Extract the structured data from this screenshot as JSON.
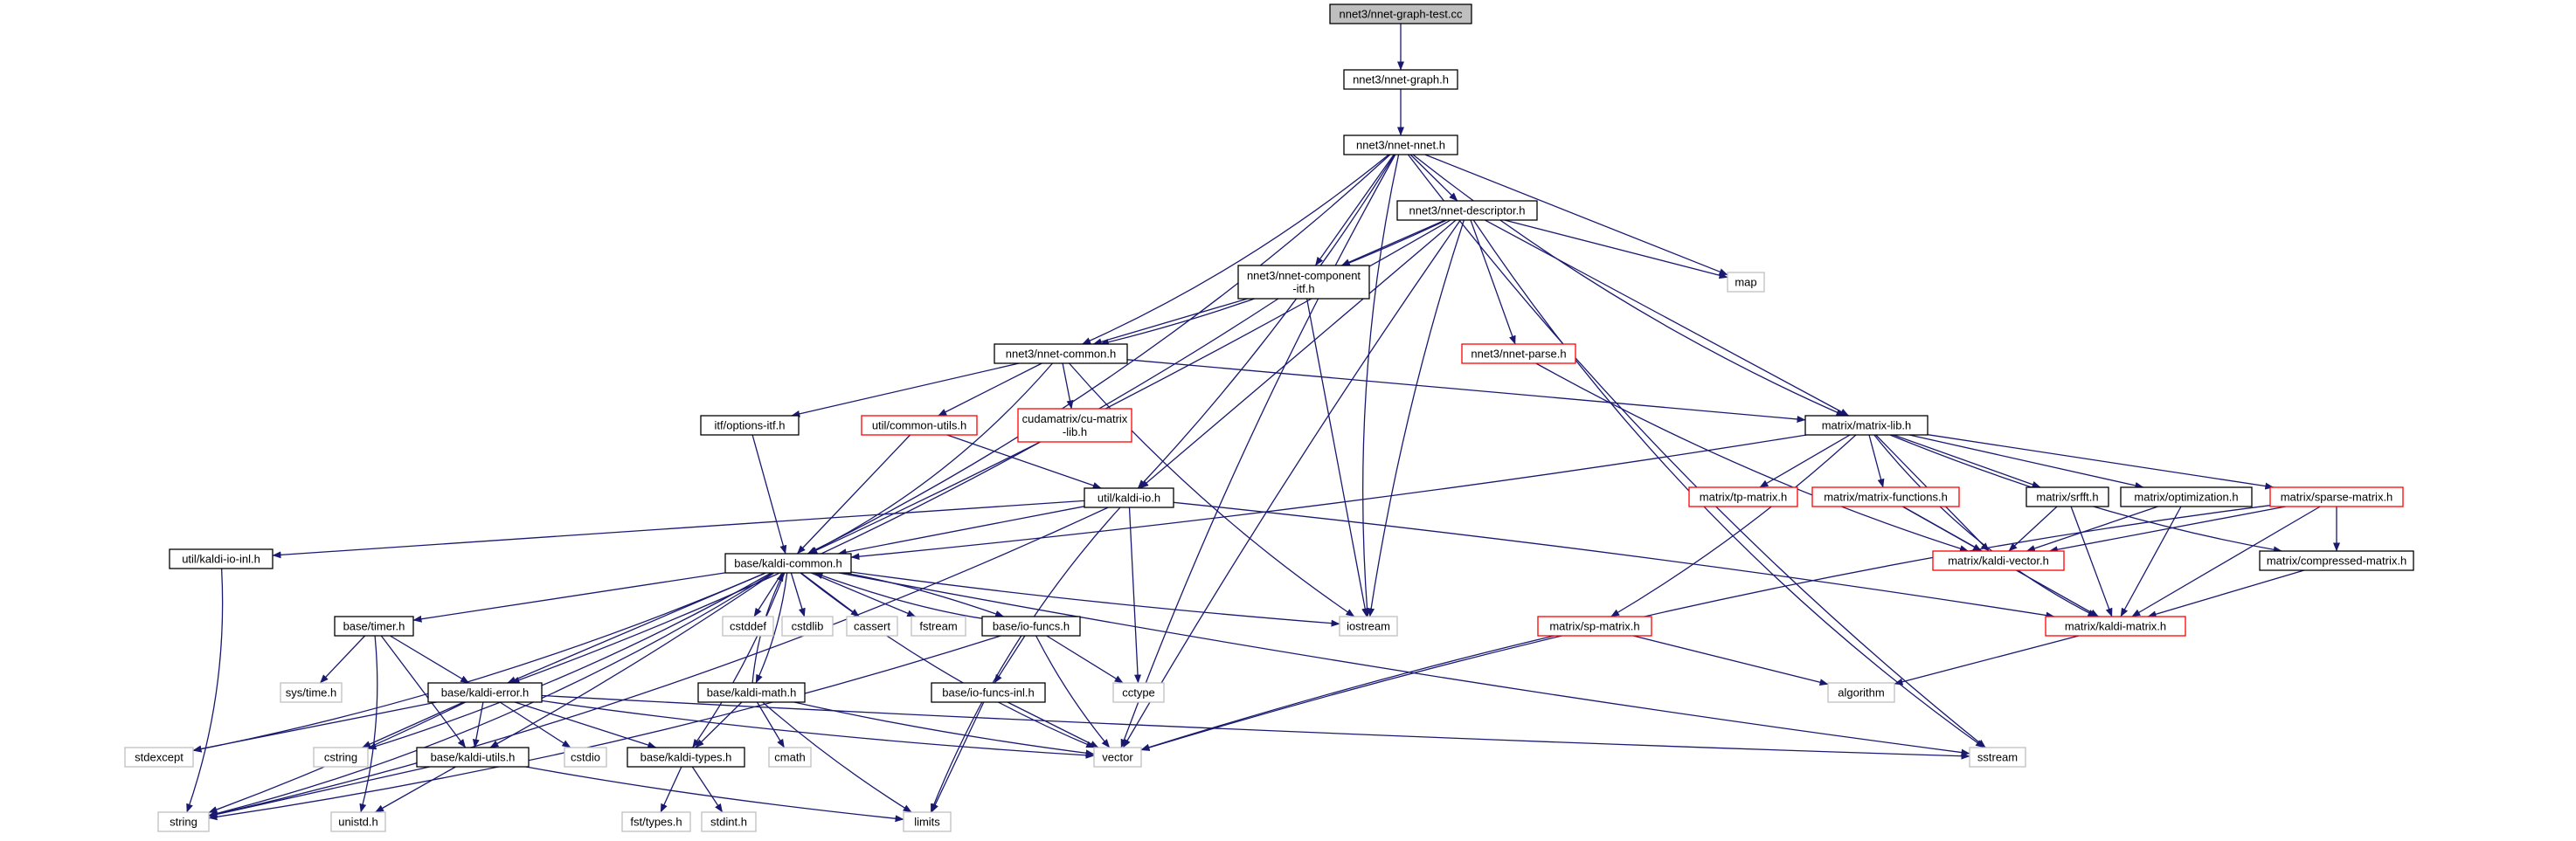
{
  "colors": {
    "root_fill": "#bfbfbf",
    "root_border": "#000000",
    "node_border": "#000000",
    "incomplete_border": "#ff0000",
    "system_border": "#bfbfbf",
    "edge": "#191970",
    "text": "#000000"
  },
  "nodes": [
    {
      "id": "root",
      "label": "nnet3/nnet-graph-test.cc",
      "kind": "root"
    },
    {
      "id": "nnet_graph",
      "label": "nnet3/nnet-graph.h",
      "kind": "header"
    },
    {
      "id": "nnet_nnet",
      "label": "nnet3/nnet-nnet.h",
      "kind": "header"
    },
    {
      "id": "nnet_descriptor",
      "label": "nnet3/nnet-descriptor.h",
      "kind": "header"
    },
    {
      "id": "map",
      "label": "map",
      "kind": "system"
    },
    {
      "id": "nnet_component_itf",
      "label": [
        "nnet3/nnet-component",
        "-itf.h"
      ],
      "kind": "header"
    },
    {
      "id": "nnet_common",
      "label": "nnet3/nnet-common.h",
      "kind": "header"
    },
    {
      "id": "nnet_parse",
      "label": "nnet3/nnet-parse.h",
      "kind": "incomplete"
    },
    {
      "id": "options_itf",
      "label": "itf/options-itf.h",
      "kind": "header"
    },
    {
      "id": "common_utils",
      "label": "util/common-utils.h",
      "kind": "incomplete"
    },
    {
      "id": "cu_matrix_lib",
      "label": [
        "cudamatrix/cu-matrix",
        "-lib.h"
      ],
      "kind": "incomplete"
    },
    {
      "id": "matrix_lib",
      "label": "matrix/matrix-lib.h",
      "kind": "header"
    },
    {
      "id": "kaldi_io",
      "label": "util/kaldi-io.h",
      "kind": "header"
    },
    {
      "id": "tp_matrix",
      "label": "matrix/tp-matrix.h",
      "kind": "incomplete"
    },
    {
      "id": "matrix_functions",
      "label": "matrix/matrix-functions.h",
      "kind": "incomplete"
    },
    {
      "id": "srfft",
      "label": "matrix/srfft.h",
      "kind": "header"
    },
    {
      "id": "optimization",
      "label": "matrix/optimization.h",
      "kind": "header"
    },
    {
      "id": "sparse_matrix",
      "label": "matrix/sparse-matrix.h",
      "kind": "incomplete"
    },
    {
      "id": "kaldi_io_inl",
      "label": "util/kaldi-io-inl.h",
      "kind": "header"
    },
    {
      "id": "kaldi_vector",
      "label": "matrix/kaldi-vector.h",
      "kind": "incomplete"
    },
    {
      "id": "kaldi_common",
      "label": "base/kaldi-common.h",
      "kind": "header"
    },
    {
      "id": "compressed_matrix",
      "label": "matrix/compressed-matrix.h",
      "kind": "header"
    },
    {
      "id": "timer",
      "label": "base/timer.h",
      "kind": "header"
    },
    {
      "id": "cstddef",
      "label": "cstddef",
      "kind": "system"
    },
    {
      "id": "cstdlib",
      "label": "cstdlib",
      "kind": "system"
    },
    {
      "id": "cassert",
      "label": "cassert",
      "kind": "system"
    },
    {
      "id": "fstream",
      "label": "fstream",
      "kind": "system"
    },
    {
      "id": "io_funcs",
      "label": "base/io-funcs.h",
      "kind": "header"
    },
    {
      "id": "iostream",
      "label": "iostream",
      "kind": "system"
    },
    {
      "id": "sp_matrix",
      "label": "matrix/sp-matrix.h",
      "kind": "incomplete"
    },
    {
      "id": "kaldi_matrix",
      "label": "matrix/kaldi-matrix.h",
      "kind": "incomplete"
    },
    {
      "id": "sys_time",
      "label": "sys/time.h",
      "kind": "system"
    },
    {
      "id": "kaldi_error",
      "label": "base/kaldi-error.h",
      "kind": "header"
    },
    {
      "id": "kaldi_math",
      "label": "base/kaldi-math.h",
      "kind": "header"
    },
    {
      "id": "io_funcs_inl",
      "label": "base/io-funcs-inl.h",
      "kind": "header"
    },
    {
      "id": "cctype",
      "label": "cctype",
      "kind": "system"
    },
    {
      "id": "algorithm",
      "label": "algorithm",
      "kind": "system"
    },
    {
      "id": "stdexcept",
      "label": "stdexcept",
      "kind": "system"
    },
    {
      "id": "cstring",
      "label": "cstring",
      "kind": "system"
    },
    {
      "id": "kaldi_utils",
      "label": "base/kaldi-utils.h",
      "kind": "header"
    },
    {
      "id": "cstdio",
      "label": "cstdio",
      "kind": "system"
    },
    {
      "id": "kaldi_types",
      "label": "base/kaldi-types.h",
      "kind": "header"
    },
    {
      "id": "cmath",
      "label": "cmath",
      "kind": "system"
    },
    {
      "id": "vector",
      "label": "vector",
      "kind": "system"
    },
    {
      "id": "sstream",
      "label": "sstream",
      "kind": "system"
    },
    {
      "id": "string",
      "label": "string",
      "kind": "system"
    },
    {
      "id": "unistd",
      "label": "unistd.h",
      "kind": "system"
    },
    {
      "id": "fst_types",
      "label": "fst/types.h",
      "kind": "system"
    },
    {
      "id": "stdint",
      "label": "stdint.h",
      "kind": "system"
    },
    {
      "id": "limits",
      "label": "limits",
      "kind": "system"
    }
  ],
  "edges": [
    [
      "root",
      "nnet_graph"
    ],
    [
      "nnet_graph",
      "nnet_nnet"
    ],
    [
      "nnet_nnet",
      "nnet_descriptor"
    ],
    [
      "nnet_nnet",
      "map"
    ],
    [
      "nnet_nnet",
      "nnet_component_itf"
    ],
    [
      "nnet_nnet",
      "nnet_common"
    ],
    [
      "nnet_nnet",
      "kaldi_io"
    ],
    [
      "nnet_nnet",
      "matrix_lib"
    ],
    [
      "nnet_nnet",
      "kaldi_common"
    ],
    [
      "nnet_nnet",
      "iostream"
    ],
    [
      "nnet_nnet",
      "vector"
    ],
    [
      "nnet_nnet",
      "sstream"
    ],
    [
      "nnet_descriptor",
      "map"
    ],
    [
      "nnet_descriptor",
      "nnet_component_itf"
    ],
    [
      "nnet_descriptor",
      "nnet_common"
    ],
    [
      "nnet_descriptor",
      "nnet_parse"
    ],
    [
      "nnet_descriptor",
      "kaldi_io"
    ],
    [
      "nnet_descriptor",
      "matrix_lib"
    ],
    [
      "nnet_descriptor",
      "kaldi_common"
    ],
    [
      "nnet_descriptor",
      "iostream"
    ],
    [
      "nnet_descriptor",
      "vector"
    ],
    [
      "nnet_descriptor",
      "sstream"
    ],
    [
      "nnet_component_itf",
      "nnet_common"
    ],
    [
      "nnet_component_itf",
      "kaldi_error"
    ],
    [
      "nnet_component_itf",
      "iostream"
    ],
    [
      "nnet_common",
      "options_itf"
    ],
    [
      "nnet_common",
      "common_utils"
    ],
    [
      "nnet_common",
      "cu_matrix_lib"
    ],
    [
      "nnet_common",
      "matrix_lib"
    ],
    [
      "nnet_common",
      "kaldi_common"
    ],
    [
      "nnet_common",
      "iostream"
    ],
    [
      "nnet_parse",
      "kaldi_vector"
    ],
    [
      "options_itf",
      "kaldi_common"
    ],
    [
      "common_utils",
      "kaldi_io"
    ],
    [
      "common_utils",
      "kaldi_common"
    ],
    [
      "matrix_lib",
      "kaldi_common"
    ],
    [
      "matrix_lib",
      "tp_matrix"
    ],
    [
      "matrix_lib",
      "matrix_functions"
    ],
    [
      "matrix_lib",
      "srfft"
    ],
    [
      "matrix_lib",
      "optimization"
    ],
    [
      "matrix_lib",
      "sparse_matrix"
    ],
    [
      "matrix_lib",
      "kaldi_vector"
    ],
    [
      "matrix_lib",
      "compressed_matrix"
    ],
    [
      "matrix_lib",
      "kaldi_matrix"
    ],
    [
      "matrix_lib",
      "sp_matrix"
    ],
    [
      "kaldi_io",
      "kaldi_common"
    ],
    [
      "kaldi_io",
      "kaldi_io_inl"
    ],
    [
      "kaldi_io",
      "kaldi_matrix"
    ],
    [
      "kaldi_io",
      "cctype"
    ],
    [
      "kaldi_io",
      "limits"
    ],
    [
      "kaldi_io",
      "string"
    ],
    [
      "matrix_functions",
      "kaldi_vector"
    ],
    [
      "matrix_functions",
      "kaldi_matrix"
    ],
    [
      "srfft",
      "kaldi_vector"
    ],
    [
      "srfft",
      "kaldi_matrix"
    ],
    [
      "optimization",
      "kaldi_vector"
    ],
    [
      "optimization",
      "kaldi_matrix"
    ],
    [
      "sparse_matrix",
      "kaldi_vector"
    ],
    [
      "sparse_matrix",
      "kaldi_matrix"
    ],
    [
      "sparse_matrix",
      "compressed_matrix"
    ],
    [
      "sparse_matrix",
      "vector"
    ],
    [
      "compressed_matrix",
      "kaldi_matrix"
    ],
    [
      "kaldi_io_inl",
      "string"
    ],
    [
      "kaldi_common",
      "timer"
    ],
    [
      "kaldi_common",
      "cstddef"
    ],
    [
      "kaldi_common",
      "cstdlib"
    ],
    [
      "kaldi_common",
      "cassert"
    ],
    [
      "kaldi_common",
      "fstream"
    ],
    [
      "kaldi_common",
      "io_funcs"
    ],
    [
      "kaldi_common",
      "iostream"
    ],
    [
      "kaldi_common",
      "kaldi_error"
    ],
    [
      "kaldi_common",
      "kaldi_math"
    ],
    [
      "kaldi_common",
      "kaldi_utils"
    ],
    [
      "kaldi_common",
      "kaldi_types"
    ],
    [
      "kaldi_common",
      "stdexcept"
    ],
    [
      "kaldi_common",
      "cstring"
    ],
    [
      "kaldi_common",
      "string"
    ],
    [
      "kaldi_common",
      "vector"
    ],
    [
      "kaldi_common",
      "sstream"
    ],
    [
      "timer",
      "sys_time"
    ],
    [
      "timer",
      "kaldi_error"
    ],
    [
      "timer",
      "kaldi_utils"
    ],
    [
      "timer",
      "unistd"
    ],
    [
      "io_funcs",
      "kaldi_common"
    ],
    [
      "io_funcs",
      "io_funcs_inl"
    ],
    [
      "io_funcs",
      "cctype"
    ],
    [
      "io_funcs",
      "vector"
    ],
    [
      "io_funcs",
      "string"
    ],
    [
      "sp_matrix",
      "algorithm"
    ],
    [
      "sp_matrix",
      "vector"
    ],
    [
      "kaldi_matrix",
      "algorithm"
    ],
    [
      "kaldi_error",
      "stdexcept"
    ],
    [
      "kaldi_error",
      "string"
    ],
    [
      "kaldi_error",
      "cstring"
    ],
    [
      "kaldi_error",
      "cstdio"
    ],
    [
      "kaldi_error",
      "kaldi_types"
    ],
    [
      "kaldi_error",
      "kaldi_utils"
    ],
    [
      "kaldi_error",
      "vector"
    ],
    [
      "kaldi_error",
      "sstream"
    ],
    [
      "kaldi_math",
      "kaldi_common"
    ],
    [
      "kaldi_math",
      "kaldi_types"
    ],
    [
      "kaldi_math",
      "cmath"
    ],
    [
      "kaldi_math",
      "limits"
    ],
    [
      "kaldi_math",
      "vector"
    ],
    [
      "io_funcs_inl",
      "vector"
    ],
    [
      "io_funcs_inl",
      "limits"
    ],
    [
      "kaldi_utils",
      "string"
    ],
    [
      "kaldi_utils",
      "unistd"
    ],
    [
      "kaldi_utils",
      "limits"
    ],
    [
      "kaldi_types",
      "fst_types"
    ],
    [
      "kaldi_types",
      "stdint"
    ]
  ]
}
